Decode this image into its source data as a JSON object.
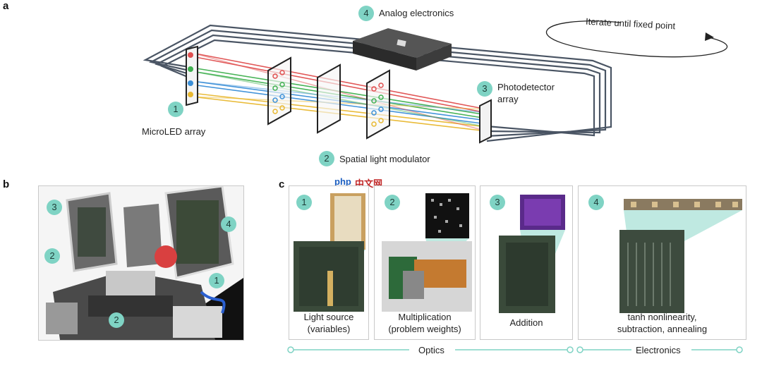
{
  "panel_a": {
    "letter": "a",
    "labels": {
      "analog_electronics": "Analog electronics",
      "iterate": "Iterate until fixed point",
      "photodetector_line1": "Photodetector",
      "photodetector_line2": "array",
      "microled": "MicroLED array",
      "slm": "Spatial light modulator"
    },
    "badges": {
      "b1": "1",
      "b2": "2",
      "b3": "3",
      "b4": "4"
    },
    "beam_colors": [
      "#e05050",
      "#40b050",
      "#3a8fd8",
      "#e8b830"
    ]
  },
  "panel_b": {
    "letter": "b",
    "badges": {
      "b1": "1",
      "b2a": "2",
      "b2b": "2",
      "b3": "3",
      "b4": "4"
    }
  },
  "panel_c": {
    "letter": "c",
    "watermark": {
      "part1": "php",
      "part2": "中文网"
    },
    "cards": [
      {
        "number": "1",
        "caption_line1": "Light source",
        "caption_line2": "(variables)"
      },
      {
        "number": "2",
        "caption_line1": "Multiplication",
        "caption_line2": "(problem weights)"
      },
      {
        "number": "3",
        "caption_line1": "Addition",
        "caption_line2": ""
      },
      {
        "number": "4",
        "caption_line1": "tanh nonlinearity,",
        "caption_line2": "subtraction, annealing"
      }
    ],
    "groups": {
      "optics": "Optics",
      "electronics": "Electronics"
    }
  },
  "accent_color": "#7fd3c4"
}
